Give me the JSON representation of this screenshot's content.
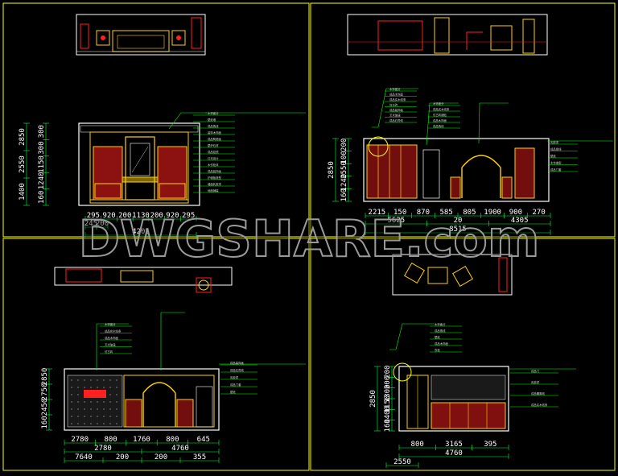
{
  "watermark": {
    "text": "DWGSHARE.com"
  },
  "colors": {
    "background": "#000000",
    "frame": "#ffff00",
    "wall": "#ffffff",
    "cabinet": "#ff2020",
    "detail": "#ffd000",
    "leader": "#00ff00",
    "dimension": "#00ff40",
    "note_text": "#d8d8d8",
    "watermark": "#9a9a9a"
  },
  "quadrants": {
    "top_left": {
      "horizontal_dims_row1": [
        "295",
        "920",
        "200",
        "1130",
        "200",
        "920",
        "295"
      ],
      "horizontal_dims_row2": [
        "245",
        "200"
      ],
      "horizontal_total": "4205",
      "vertical_dims": [
        "300",
        "300",
        "1150",
        "1240",
        "160"
      ],
      "vertical_totals": [
        "2850",
        "2550",
        "1400"
      ],
      "notes": [
        "木饰面分",
        "壁纸墙",
        "成品角线",
        "装饰木饰面",
        "成品陶瓷画",
        "壁炉石材",
        "成品挂镜",
        "灯光设计",
        "木作柜体",
        "成品装饰画",
        "护墙板造型",
        "墙面乳胶漆",
        "地面铺装"
      ]
    },
    "top_right": {
      "horizontal_dims_row1": [
        "2215",
        "150",
        "870",
        "585",
        "805",
        "1900",
        "900",
        "270"
      ],
      "horizontal_dims_row2": [
        "5625",
        "20",
        "4305"
      ],
      "horizontal_total": "8515",
      "vertical_dims": [
        "160",
        "1240",
        "2550",
        "100",
        "200"
      ],
      "vertical_totals": [
        "2850"
      ],
      "notes_left": [
        "木饰面分",
        "成品木饰面",
        "成品实木线条",
        "仿古砖",
        "成品装饰画",
        "艺术玻璃",
        "成品石膏线"
      ],
      "notes_mid": [
        "木饰面分",
        "成品实木线条",
        "仿古砖铺贴",
        "成品木饰面",
        "成品角线"
      ],
      "notes_right": [
        "乳胶漆",
        "成品角线",
        "壁纸",
        "木作造型",
        "成品门套"
      ]
    },
    "bottom_left": {
      "horizontal_dims_row1": [
        "2780",
        "800",
        "1760",
        "800",
        "645"
      ],
      "horizontal_dims_row2": [
        "2780",
        "4760"
      ],
      "horizontal_dims_row3": [
        "7640",
        "200",
        "200",
        "355"
      ],
      "vertical_dims": [
        "2850",
        "2750",
        "2450",
        "160"
      ],
      "notes": [
        "木饰面分",
        "成品实木线条",
        "成品木饰面",
        "艺术玻璃",
        "仿古砖",
        "成品装饰画",
        "成品石膏线",
        "乳胶漆",
        "成品门套",
        "壁纸"
      ]
    },
    "bottom_right": {
      "horizontal_dims_row1": [
        "800",
        "3165",
        "395"
      ],
      "horizontal_dims_row2": [
        "4760"
      ],
      "horizontal_total": "2550",
      "vertical_dims": [
        "200",
        "200",
        "1300",
        "1150",
        "1400",
        "160"
      ],
      "vertical_totals": [
        "2850"
      ],
      "notes": [
        "木饰面分",
        "成品角线",
        "壁纸",
        "成品木饰面",
        "衣柜",
        "成品门",
        "乳胶漆",
        "成品踢脚线",
        "成品实木线条"
      ]
    }
  }
}
